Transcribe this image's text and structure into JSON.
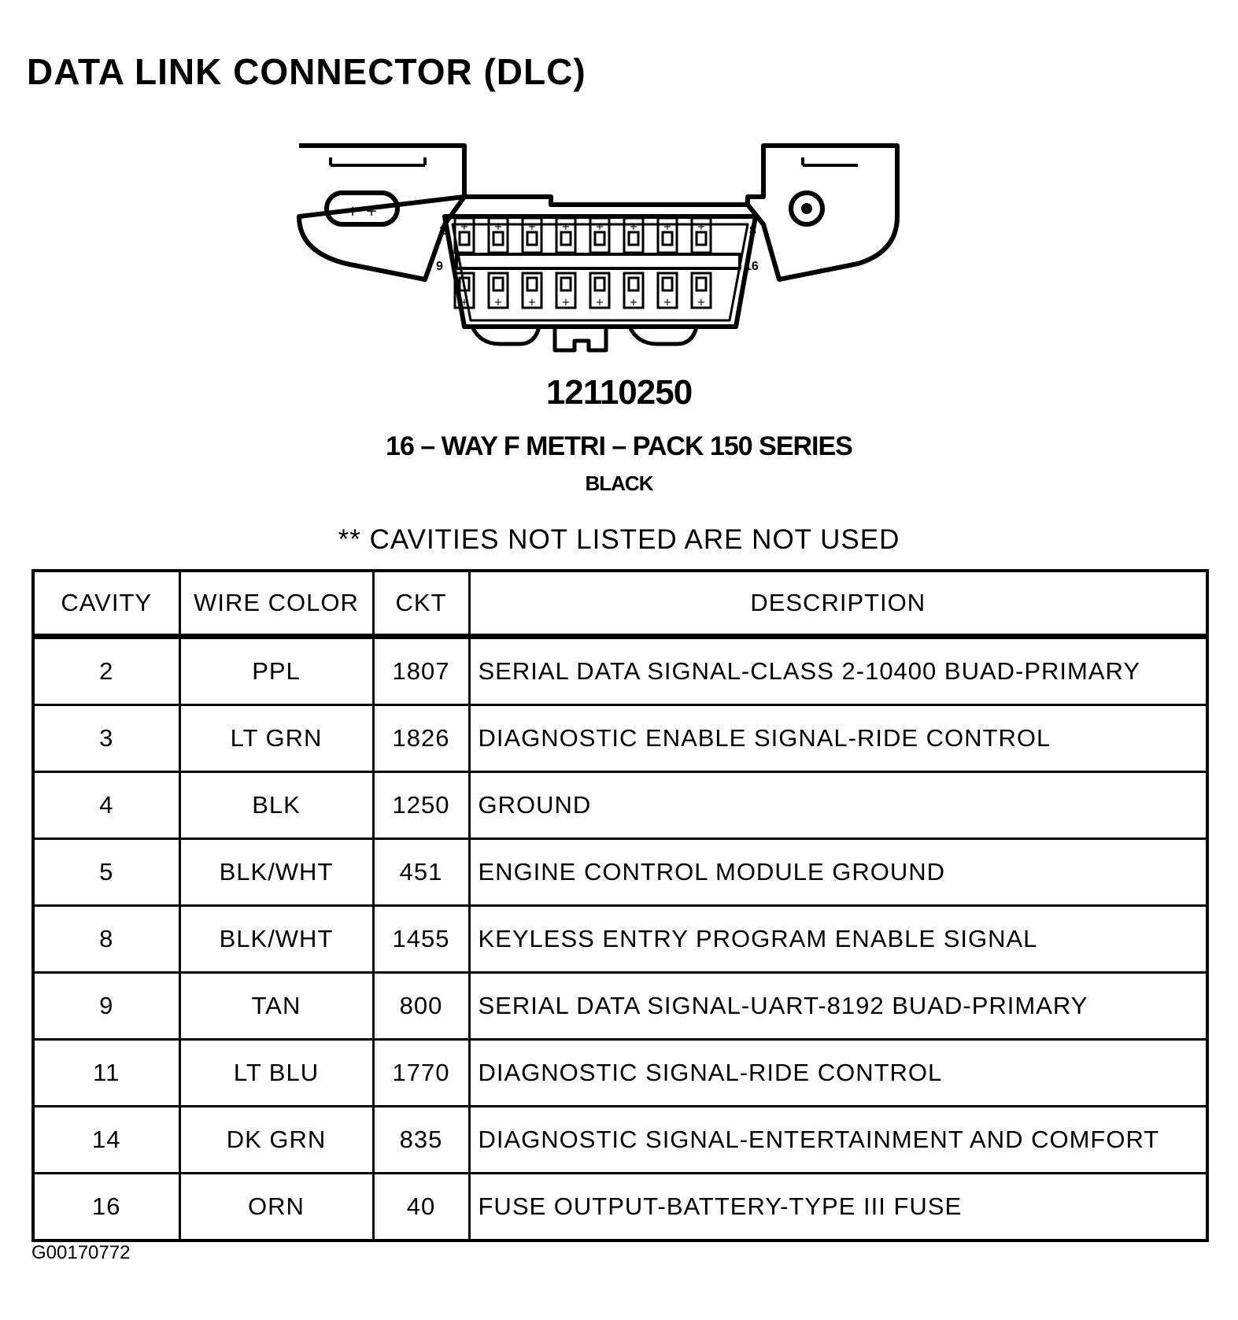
{
  "title": "DATA LINK CONNECTOR (DLC)",
  "connector": {
    "part_number": "12110250",
    "description": "16 – WAY F METRI – PACK 150 SERIES",
    "color": "BLACK",
    "pin_labels": {
      "top_left": "1",
      "top_right": "8",
      "bottom_left": "9",
      "bottom_right": "16"
    }
  },
  "note": "** CAVITIES NOT LISTED ARE NOT USED",
  "table": {
    "headers": {
      "cavity": "CAVITY",
      "wire_color": "WIRE COLOR",
      "ckt": "CKT",
      "description": "DESCRIPTION"
    },
    "rows": [
      {
        "cavity": "2",
        "wire_color": "PPL",
        "ckt": "1807",
        "description": "SERIAL DATA SIGNAL-CLASS 2-10400 BUAD-PRIMARY"
      },
      {
        "cavity": "3",
        "wire_color": "LT GRN",
        "ckt": "1826",
        "description": "DIAGNOSTIC ENABLE SIGNAL-RIDE CONTROL"
      },
      {
        "cavity": "4",
        "wire_color": "BLK",
        "ckt": "1250",
        "description": "GROUND"
      },
      {
        "cavity": "5",
        "wire_color": "BLK/WHT",
        "ckt": "451",
        "description": "ENGINE CONTROL MODULE GROUND"
      },
      {
        "cavity": "8",
        "wire_color": "BLK/WHT",
        "ckt": "1455",
        "description": "KEYLESS ENTRY PROGRAM ENABLE SIGNAL"
      },
      {
        "cavity": "9",
        "wire_color": "TAN",
        "ckt": "800",
        "description": "SERIAL DATA SIGNAL-UART-8192 BUAD-PRIMARY"
      },
      {
        "cavity": "11",
        "wire_color": "LT BLU",
        "ckt": "1770",
        "description": "DIAGNOSTIC SIGNAL-RIDE CONTROL"
      },
      {
        "cavity": "14",
        "wire_color": "DK GRN",
        "ckt": "835",
        "description": "DIAGNOSTIC SIGNAL-ENTERTAINMENT AND COMFORT"
      },
      {
        "cavity": "16",
        "wire_color": "ORN",
        "ckt": "40",
        "description": "FUSE OUTPUT-BATTERY-TYPE III FUSE"
      }
    ]
  },
  "footer_code": "G00170772"
}
